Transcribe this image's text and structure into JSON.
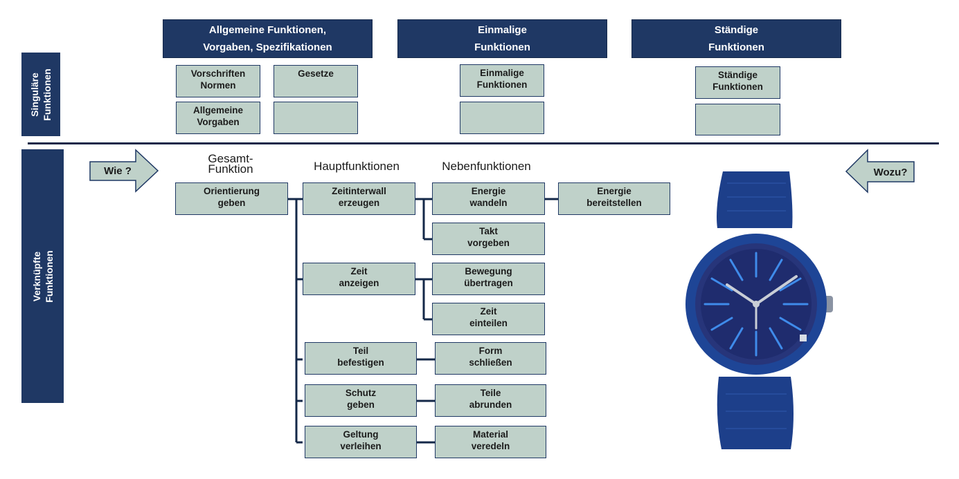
{
  "headers": [
    {
      "lines": [
        "Allgemeine Funktionen,",
        "Vorgaben, Spezifikationen"
      ]
    },
    {
      "lines": [
        "Einmalige",
        "Funktionen"
      ]
    },
    {
      "lines": [
        "Ständige",
        "Funktionen"
      ]
    }
  ],
  "sidebar": {
    "singular": [
      "Singuläre",
      "Funktionen"
    ],
    "linked": [
      "Verknüpfte",
      "Funktionen"
    ]
  },
  "singular_boxes": {
    "vorschriften": [
      "Vorschriften",
      "Normen"
    ],
    "gesetze": [
      "Gesetze"
    ],
    "allgemeine": [
      "Allgemeine",
      "Vorgaben"
    ],
    "einmalige": [
      "Einmalige",
      "Funktionen"
    ],
    "staendige": [
      "Ständige",
      "Funktionen"
    ]
  },
  "arrows": {
    "left": "Wie ?",
    "right": "Wozu?"
  },
  "column_titles": {
    "gesamt": [
      "Gesamt-",
      "Funktion"
    ],
    "haupt": "Hauptfunktionen",
    "neben": "Nebenfunktionen"
  },
  "tree": {
    "gesamt": [
      "Orientierung",
      "geben"
    ],
    "haupt": [
      [
        "Zeitinterwall",
        "erzeugen"
      ],
      [
        "Zeit",
        "anzeigen"
      ],
      [
        "Teil",
        "befestigen"
      ],
      [
        "Schutz",
        "geben"
      ],
      [
        "Geltung",
        "verleihen"
      ]
    ],
    "neben": [
      [
        "Energie",
        "wandeln"
      ],
      [
        "Takt",
        "vorgeben"
      ],
      [
        "Bewegung",
        "übertragen"
      ],
      [
        "Zeit",
        "einteilen"
      ],
      [
        "Form",
        "schließen"
      ],
      [
        "Teile",
        "abrunden"
      ],
      [
        "Material",
        "veredeln"
      ]
    ],
    "extra": [
      "Energie",
      "bereitstellen"
    ]
  },
  "colors": {
    "dark_blue": "#1f3864",
    "box_fill": "#bfd1c9",
    "arrow_fill": "#bfd1c9"
  }
}
